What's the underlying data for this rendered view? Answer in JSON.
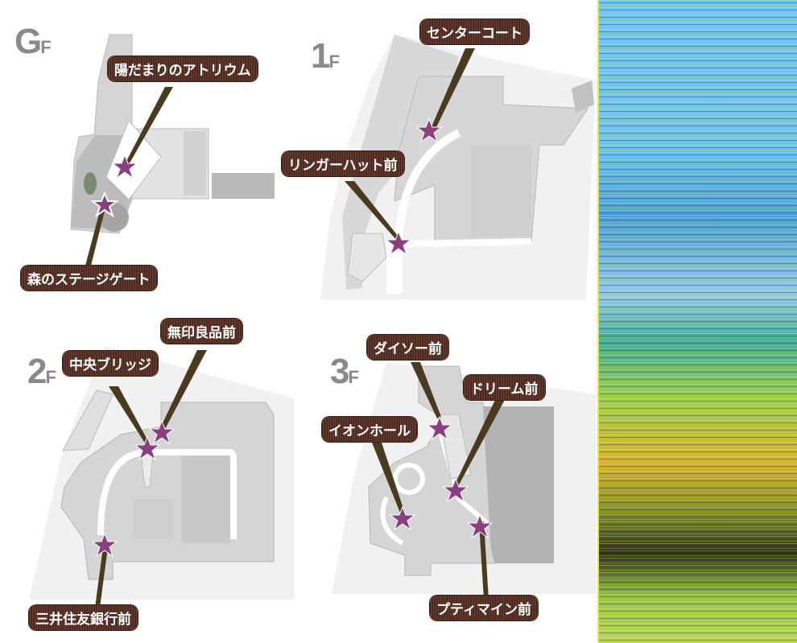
{
  "floors": [
    {
      "id": "GF",
      "label_big": "G",
      "label_small": "F",
      "spots": [
        {
          "name": "陽だまりのアトリウム"
        },
        {
          "name": "森のステージゲート"
        }
      ]
    },
    {
      "id": "1F",
      "label_big": "1",
      "label_small": "F",
      "spots": [
        {
          "name": "センターコート"
        },
        {
          "name": "リンガーハット前"
        }
      ]
    },
    {
      "id": "2F",
      "label_big": "2",
      "label_small": "F",
      "spots": [
        {
          "name": "中央ブリッジ"
        },
        {
          "name": "無印良品前"
        },
        {
          "name": "三井住友銀行前"
        }
      ]
    },
    {
      "id": "3F",
      "label_big": "3",
      "label_small": "F",
      "spots": [
        {
          "name": "ダイソー前"
        },
        {
          "name": "ドリーム前"
        },
        {
          "name": "イオンホール"
        },
        {
          "name": "プティマイン前"
        }
      ]
    }
  ],
  "colors": {
    "callout_bg": "#4a2a1a",
    "callout_text": "#ffffff",
    "floor_label": "#8a8a8a",
    "plan_fill": "#d8d8d8",
    "plan_bg": "#f2f2f2",
    "star": "#7a3a7a"
  }
}
